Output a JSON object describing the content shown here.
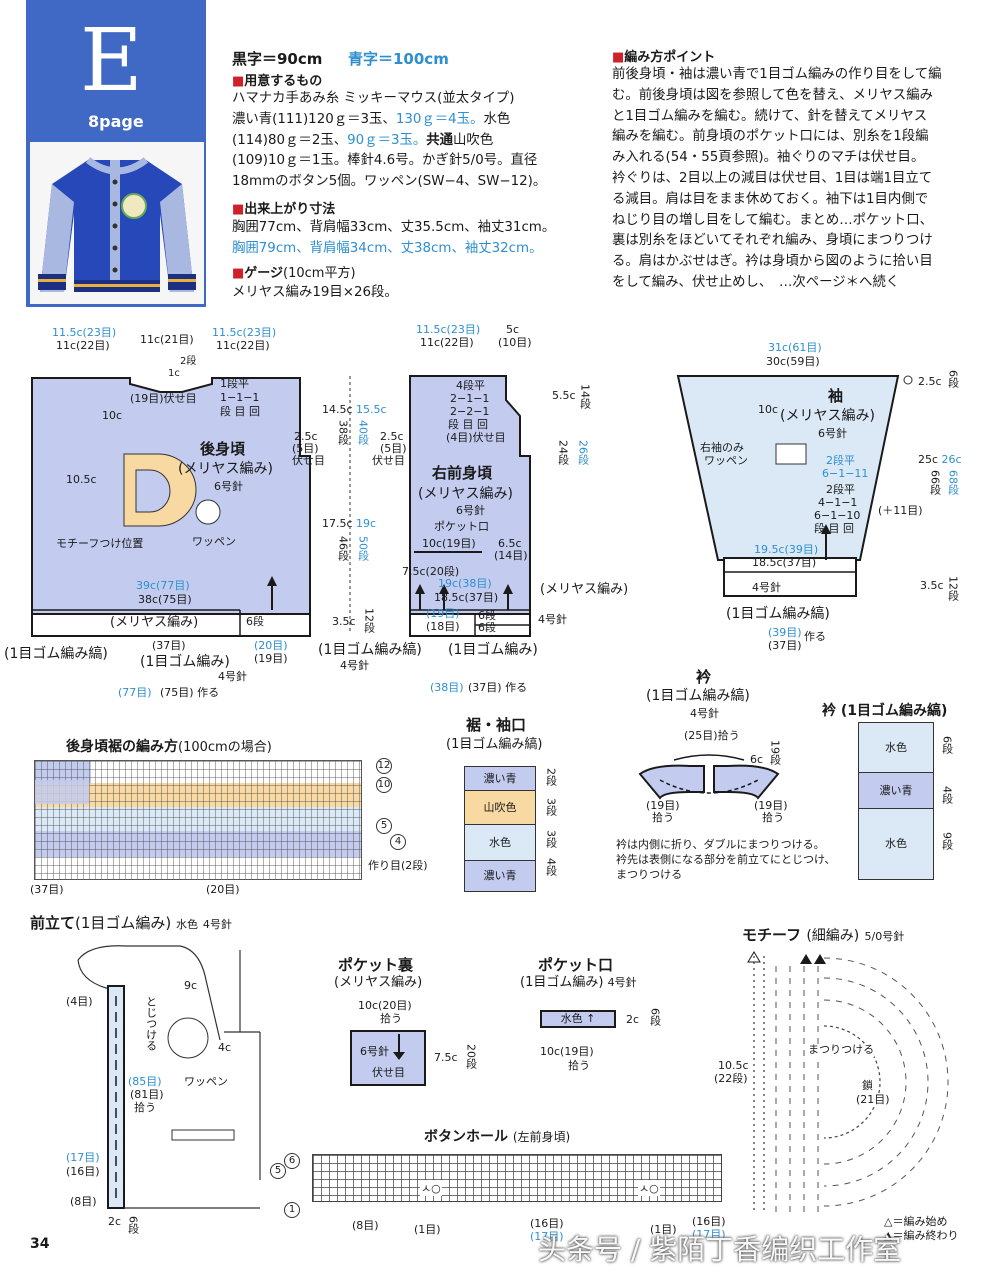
{
  "header": {
    "pattern_letter": "E",
    "page_ref": "8page",
    "size_black": "黒字＝90cm",
    "size_blue": "青字＝100cm"
  },
  "materials": {
    "heading": "用意するもの",
    "lines": [
      "ハマナカ手あみ糸 ミッキーマウス(並太タイプ)",
      "濃い青(111)120ｇ＝3玉、",
      "130ｇ＝4玉。",
      "水色",
      "(114)80ｇ＝2玉、",
      "90ｇ＝3玉。",
      "共通",
      "山吹色",
      "(109)10ｇ＝1玉。棒針4.6号。かぎ針5/0号。直径",
      "18mmのボタン5個。ワッペン(SW−4、SW−12)。"
    ]
  },
  "finished": {
    "heading": "出来上がり寸法",
    "line1": "胸囲77cm、背肩幅33cm、丈35.5cm、袖丈31cm。",
    "line2": "胸囲79cm、背肩幅34cm、丈38cm、袖丈32cm。"
  },
  "gauge": {
    "heading": "ゲージ",
    "heading_note": "(10cm平方)",
    "line": "メリヤス編み19目×26段。"
  },
  "instructions": {
    "heading": "編み方ポイント",
    "lines": [
      "前後身頃・袖は濃い青で1目ゴム編みの作り目をして編",
      "む。前後身頃は図を参照して色を替え、メリヤス編み",
      "と1目ゴム編みを編む。続けて、針を替えてメリヤス",
      "編みを編む。前身頃のポケット口には、別糸を1段編",
      "み入れる(54・55頁参照)。袖ぐりのマチは伏せ目。",
      "衿ぐりは、2目以上の減目は伏せ目、1目は端1目立て",
      "る減目。肩は目をまま休めておく。袖下は1目内側で",
      "ねじり目の増し目をして編む。まとめ…ポケット口、",
      "裏は別糸をほどいてそれぞれ編み、身頃にまつりつけ",
      "る。肩はかぶせはぎ。衿は身頃から図のように拾い目",
      "をして編み、伏せ止めし、　…次ページ＊へ続く"
    ]
  },
  "back": {
    "title": "後身頃",
    "stitch": "(メリヤス編み)",
    "needle": "6号針",
    "top_left_blue": "11.5c(23目)",
    "top_left": "11c(22目)",
    "top_mid": "11c(21目)",
    "top_right_blue": "11.5c(23目)",
    "top_right": "11c(22目)",
    "neck_rows": "2段",
    "neck_cm": "1c",
    "neck_bind": "(19目)伏せ目",
    "neck_rule": [
      "1段平",
      "1−1−1",
      "段 目 回"
    ],
    "neck_depth": "10c",
    "armhole_cm": "2.5c",
    "armhole_st": "(5目)",
    "armhole_bind": "伏せ目",
    "side_cm": "10.5c",
    "motif_pos": "モチーフつけ位置",
    "wappen": "ワッペン",
    "width_blue": "39c(77目)",
    "width": "38c(75目)",
    "band_stitch": "(メリヤス編み)",
    "band_rows": "6段",
    "rib_label": "(1目ゴム編み縞)",
    "rib_label2": "(1目ゴム編み)",
    "rib_st": "(37目)",
    "rib_st2_blue": "(20目)",
    "rib_st2": "(19目)",
    "needle4": "4号針",
    "cast_on_blue": "(77目)",
    "cast_on": "(75目) 作る",
    "h1": "14.5c",
    "h1_blue": "15.5c",
    "h1_rows": "38段",
    "h1_rows_blue": "40段",
    "h2": "17.5c",
    "h2_blue": "19c",
    "h2_rows": "46段",
    "h2_rows_blue": "50段",
    "h3": "3.5c",
    "h3_rows": "12段"
  },
  "front": {
    "title": "右前身頃",
    "stitch": "(メリヤス編み)",
    "needle": "6号針",
    "top_left_blue": "11.5c(23目)",
    "top_left": "11c(22目)",
    "top_right": "5c",
    "top_right_st": "(10目)",
    "neck_rule": [
      "4段平",
      "2−1−1",
      "2−2−1",
      "段 目 回"
    ],
    "neck_bind": "(4目)伏せ目",
    "neck_h": "5.5c",
    "neck_rows": "14段",
    "rows2": "24段",
    "rows2_blue": "26段",
    "armhole_cm": "2.5c",
    "armhole_st": "(5目)",
    "armhole_bind": "伏せ目",
    "pocket": "ポケット口",
    "pocket_w": "10c(19目)",
    "pocket_r": "6.5c",
    "pocket_r_st": "(14目)",
    "pocket_h": "7.5c(20段)",
    "width_blue": "19c(38目)",
    "width": "18.5c(37目)",
    "stockinette": "(メリヤス編み)",
    "band_l_blue": "(19目)",
    "band_l": "(18目)",
    "band_rows": "6段",
    "band_rows2": "6段",
    "needle4": "4号針",
    "rib_label": "(1目ゴム編み縞)",
    "rib_label2": "(1目ゴム編み)",
    "cast_on_blue": "(38目)",
    "cast_on": "(37目) 作る"
  },
  "sleeve": {
    "title": "袖",
    "stitch": "(メリヤス編み)",
    "needle": "6号針",
    "top_blue": "31c(61目)",
    "top": "30c(59目)",
    "top_h": "2.5c",
    "top_rows": "6段",
    "len_cm": "10c",
    "wappen_note": [
      "右袖のみ",
      "ワッペン"
    ],
    "inc_rule_blue": [
      "2段平",
      "6−1−11"
    ],
    "inc_rule": [
      "2段平",
      "4−1−1",
      "6−1−10",
      "段 目 回"
    ],
    "inc_total": "(＋11目)",
    "h": "25c",
    "h_blue": "26c",
    "h_rows": "66段",
    "h_rows_blue": "68段",
    "bottom_blue": "19.5c(39目)",
    "bottom": "18.5c(37目)",
    "needle4": "4号針",
    "cuff_h": "3.5c",
    "cuff_rows": "12段",
    "rib_label": "(1目ゴム編み縞)",
    "cast_on_blue": "(39目)",
    "cast_on": "(37目)",
    "cast_on_suffix": "作る"
  },
  "chart": {
    "title": "後身頃裾の編み方",
    "title_note": "(100cmの場合)",
    "row_labels": [
      "12",
      "10",
      "5",
      "4"
    ],
    "cast_on_label": "作り目(2段)",
    "st_left": "(37目)",
    "st_right": "(20目)"
  },
  "hem_cuff": {
    "title": "裾・袖口",
    "subtitle": "(1目ゴム編み縞)",
    "rows": [
      {
        "label": "濃い青",
        "rows": "2段",
        "color": "#c3cbef"
      },
      {
        "label": "山吹色",
        "rows": "3段",
        "color": "#f7d9a1"
      },
      {
        "label": "水色",
        "rows": "3段",
        "color": "#dbe9f7"
      },
      {
        "label": "濃い青",
        "rows": "4段",
        "color": "#c3cbef"
      }
    ]
  },
  "collar": {
    "title": "衿",
    "subtitle": "(1目ゴム編み縞)",
    "needle": "4号針",
    "pickup": "(25目)拾う",
    "side_cm": "6c",
    "rows": "19段",
    "pick_l": "(19目)",
    "pick_l2": "拾う",
    "pick_r": "(19目)",
    "pick_r2": "拾う",
    "notes": [
      "衿は内側に折り、ダブルにまつりつける。",
      "衿先は表側になる部分を前立てにとじつけ、",
      "まつりつける"
    ]
  },
  "collar_stripe": {
    "title": "衿 (1目ゴム編み縞)",
    "rows": [
      {
        "label": "水色",
        "rows": "6段",
        "color": "#dbe9f7"
      },
      {
        "label": "濃い青",
        "rows": "4段",
        "color": "#c3cbef"
      },
      {
        "label": "水色",
        "rows": "9段",
        "color": "#dbe9f7"
      }
    ]
  },
  "placket": {
    "title": "前立て",
    "title_note": "(1目ゴム編み)",
    "yarn": "水色",
    "needle": "4号針",
    "st4": "(4目)",
    "sew": "とじつける",
    "c9": "9c",
    "c4": "4c",
    "wappen": "ワッペン",
    "pick_blue": "(85目)",
    "pick": "(81目)",
    "pick_label": "拾う",
    "st17_blue": "(17目)",
    "st16": "(16目)",
    "st8": "(8目)",
    "w": "2c",
    "rows": "6段"
  },
  "pocket_back": {
    "title": "ポケット裏",
    "subtitle": "(メリヤス編み)",
    "w": "10c(20目)",
    "pick": "拾う",
    "needle": "6号針",
    "bind": "伏せ目",
    "h": "7.5c",
    "rows": "20段"
  },
  "pocket_mouth": {
    "title": "ポケット口",
    "subtitle": "(1目ゴム編み)",
    "needle": "4号針",
    "yarn": "水色",
    "h": "2c",
    "rows": "6段",
    "w": "10c(19目)",
    "pick": "拾う"
  },
  "buttonhole": {
    "title": "ボタンホール",
    "title_note": "(左前身頃)",
    "row_labels": [
      "6",
      "5",
      "1"
    ],
    "st8": "(8目)",
    "st1": "(1目)",
    "st16_blue": "(17目)",
    "st16": "(16目)",
    "st1b": "(1目)",
    "st16r": "(16目)",
    "st17r_blue": "(17目)"
  },
  "motif": {
    "title": "モチーフ",
    "title_note": "(細編み)",
    "hook": "5/0号針",
    "h": "10.5c",
    "rows": "(22段)",
    "sew": "まつりつける",
    "chain": "鎖",
    "chain_n": "(21目)",
    "legend1": "△＝編み始め",
    "legend2": "▲＝編み終わり"
  },
  "footer": {
    "page_number": "34",
    "watermark": "头条号 / 紫陌丁香编织工作室"
  }
}
